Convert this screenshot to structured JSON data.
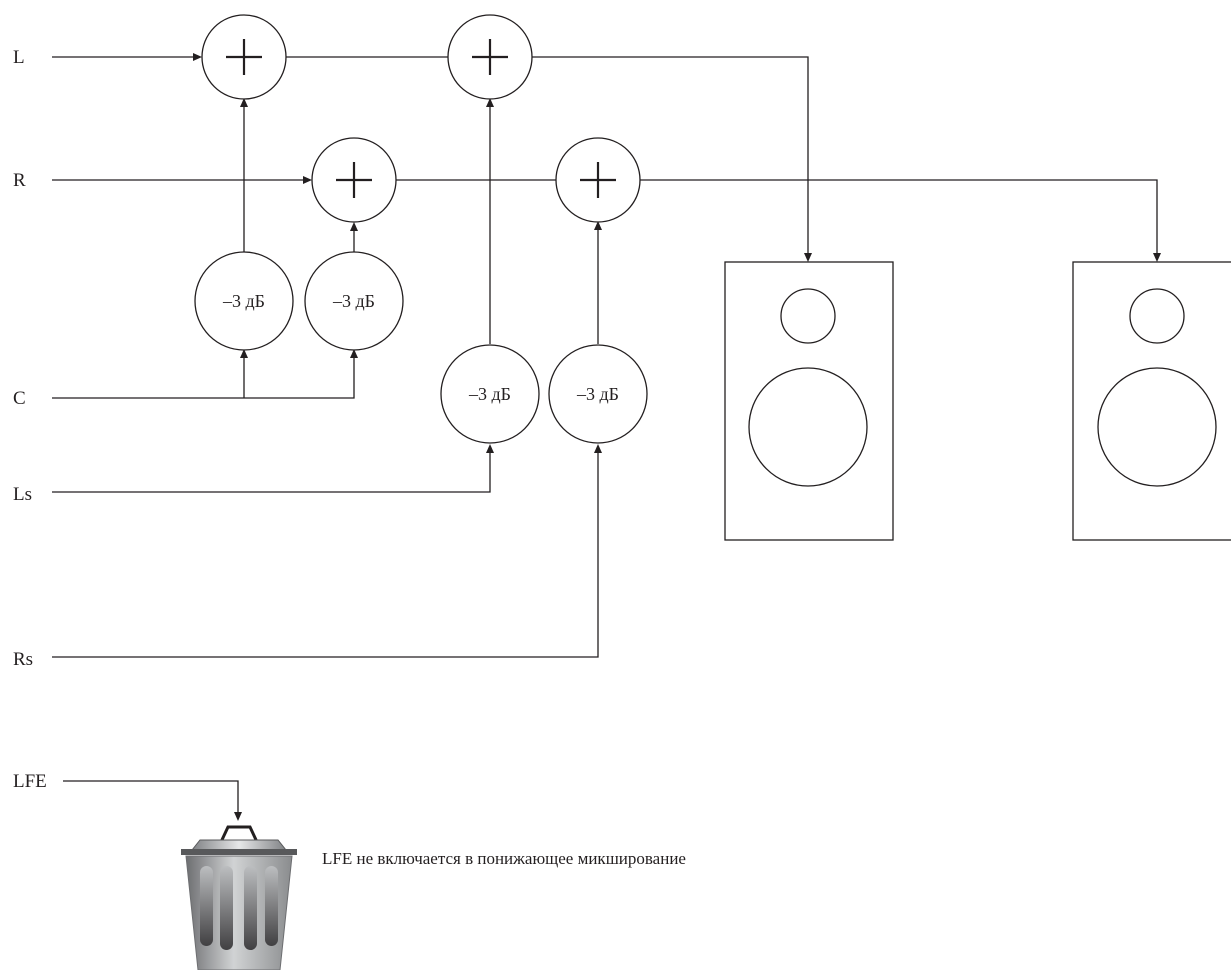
{
  "inputs": {
    "l": "L",
    "r": "R",
    "c": "C",
    "ls": "Ls",
    "rs": "Rs",
    "lfe": "LFE"
  },
  "attenuators": {
    "c_to_l": "–3 дБ",
    "c_to_r": "–3 дБ",
    "ls_to_l": "–3 дБ",
    "rs_to_r": "–3 дБ"
  },
  "lfe_note": "LFE не включается в понижающее микширование",
  "icons": {
    "summing_node": "plus-icon",
    "speaker": "speaker-icon",
    "discard": "trash-bin-icon"
  },
  "colors": {
    "line": "#231f20",
    "background": "#ffffff"
  }
}
